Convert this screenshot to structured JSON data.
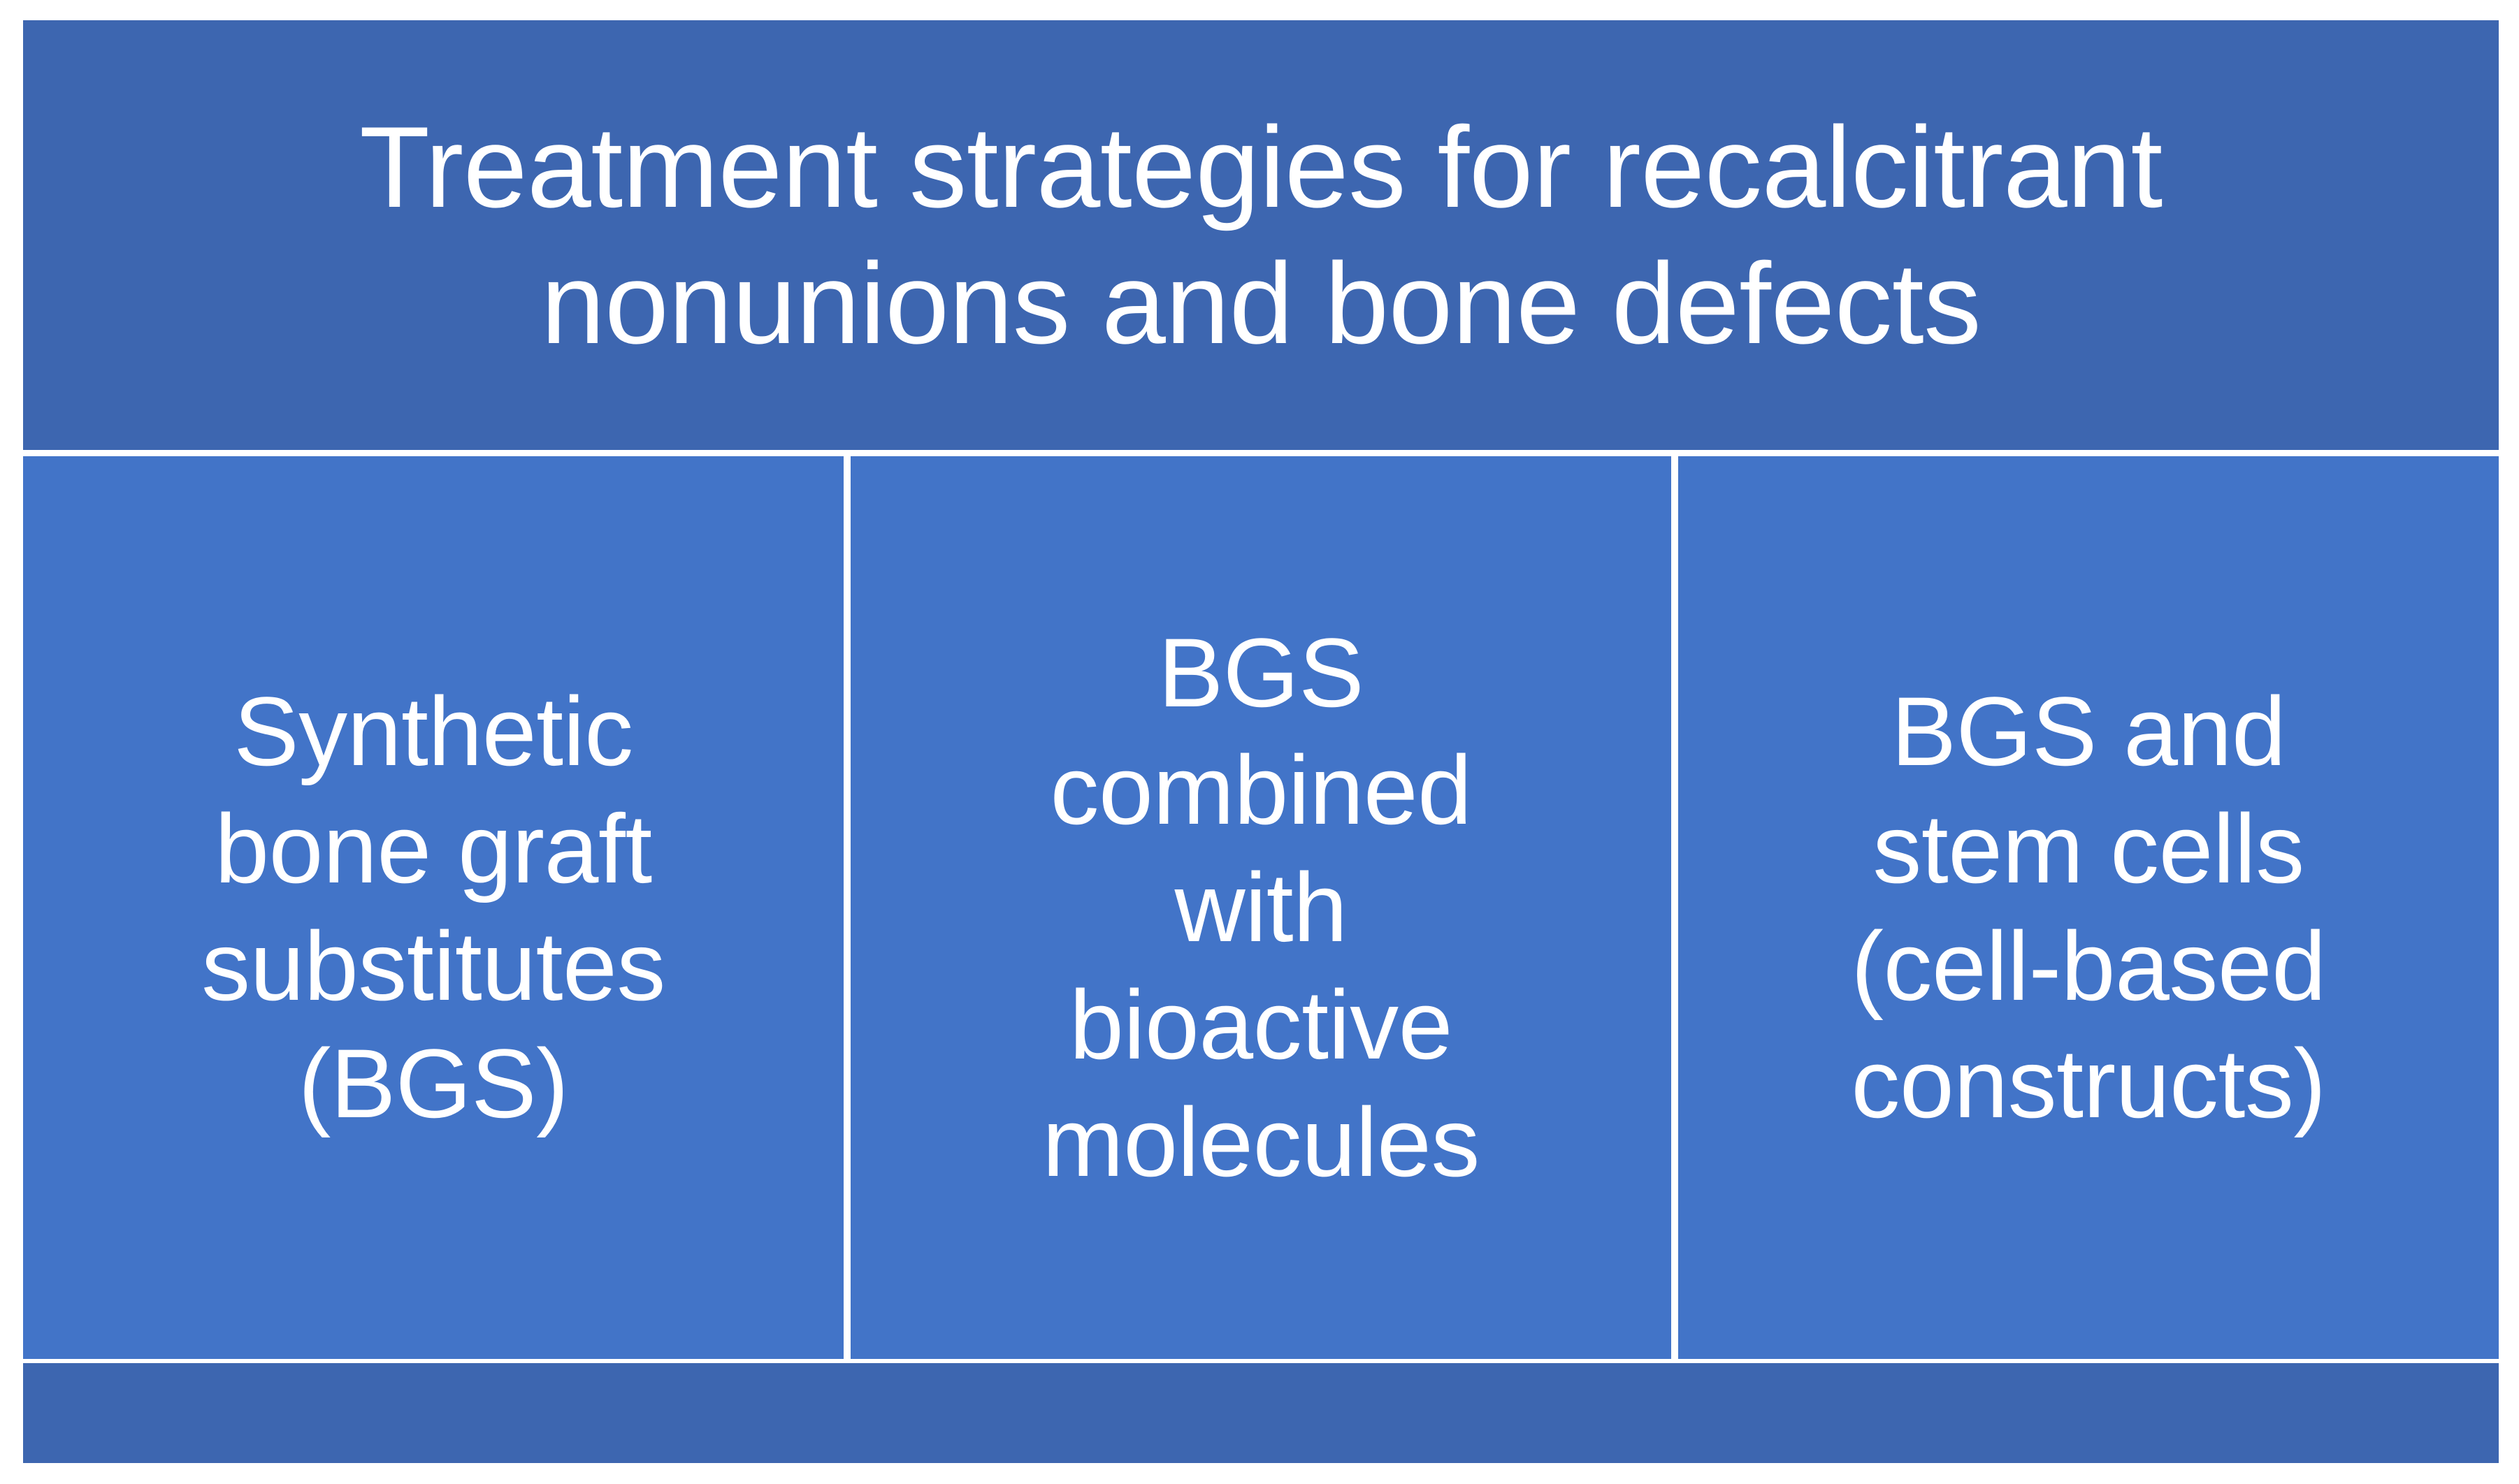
{
  "slide": {
    "background_color": "#FFFFFF",
    "header_color": "#3D66B0",
    "column_color": "#4274C8",
    "text_color": "#FFFFFF",
    "divider_color": "#FFFFFF"
  },
  "header": {
    "title": "Treatment strategies for recalcitrant\nnonunions and bone defects"
  },
  "columns": [
    {
      "id": "synthetic-bone-graft-substitutes",
      "label": "Synthetic\nbone graft\nsubstitutes\n(BGS)"
    },
    {
      "id": "bgs-with-bioactive-molecules",
      "label": "BGS\ncombined\nwith\nbioactive\nmolecules"
    },
    {
      "id": "bgs-and-stem-cells",
      "label": "BGS and\nstem cells\n(cell-based\nconstructs)"
    }
  ],
  "footer": {
    "label": ""
  }
}
